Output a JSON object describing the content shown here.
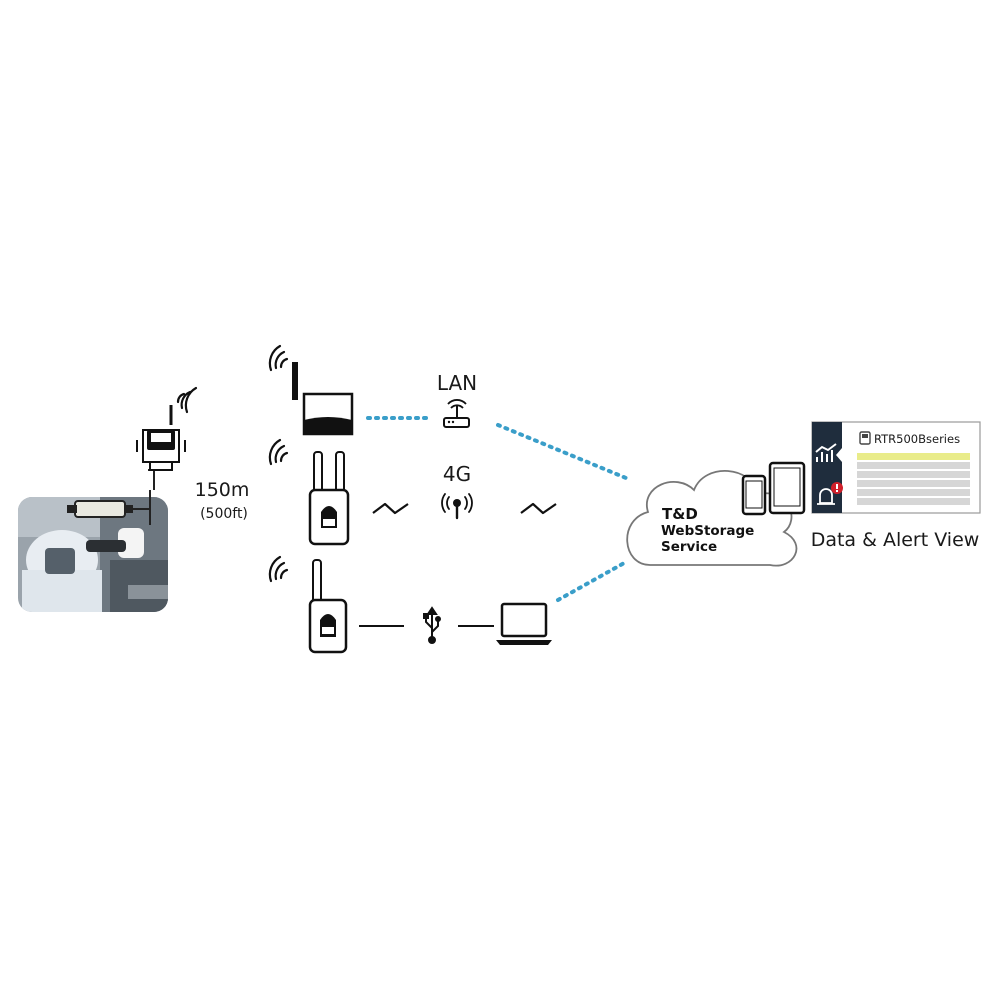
{
  "distance": {
    "primary": "150m",
    "secondary": "(500ft)"
  },
  "connections": {
    "lan_label": "LAN",
    "cellular_label": "4G"
  },
  "cloud": {
    "line1": "T&D",
    "line2": "WebStorage",
    "line3": "Service"
  },
  "viewer": {
    "series_label": "RTR500Bseries",
    "caption": "Data & Alert View"
  },
  "colors": {
    "link_dotted": "#3a9ec9",
    "panel_dark": "#1f2d3d",
    "row_highlight": "#e9ec8a",
    "row_gray": "#d6d6d6",
    "alert_red": "#d0202a"
  },
  "icons": [
    "wifi-signal-icon",
    "router-icon",
    "antenna-signal-icon",
    "usb-icon",
    "laptop-icon",
    "smartphone-icon",
    "tablet-icon",
    "chart-icon",
    "alarm-icon",
    "logger-icon"
  ]
}
